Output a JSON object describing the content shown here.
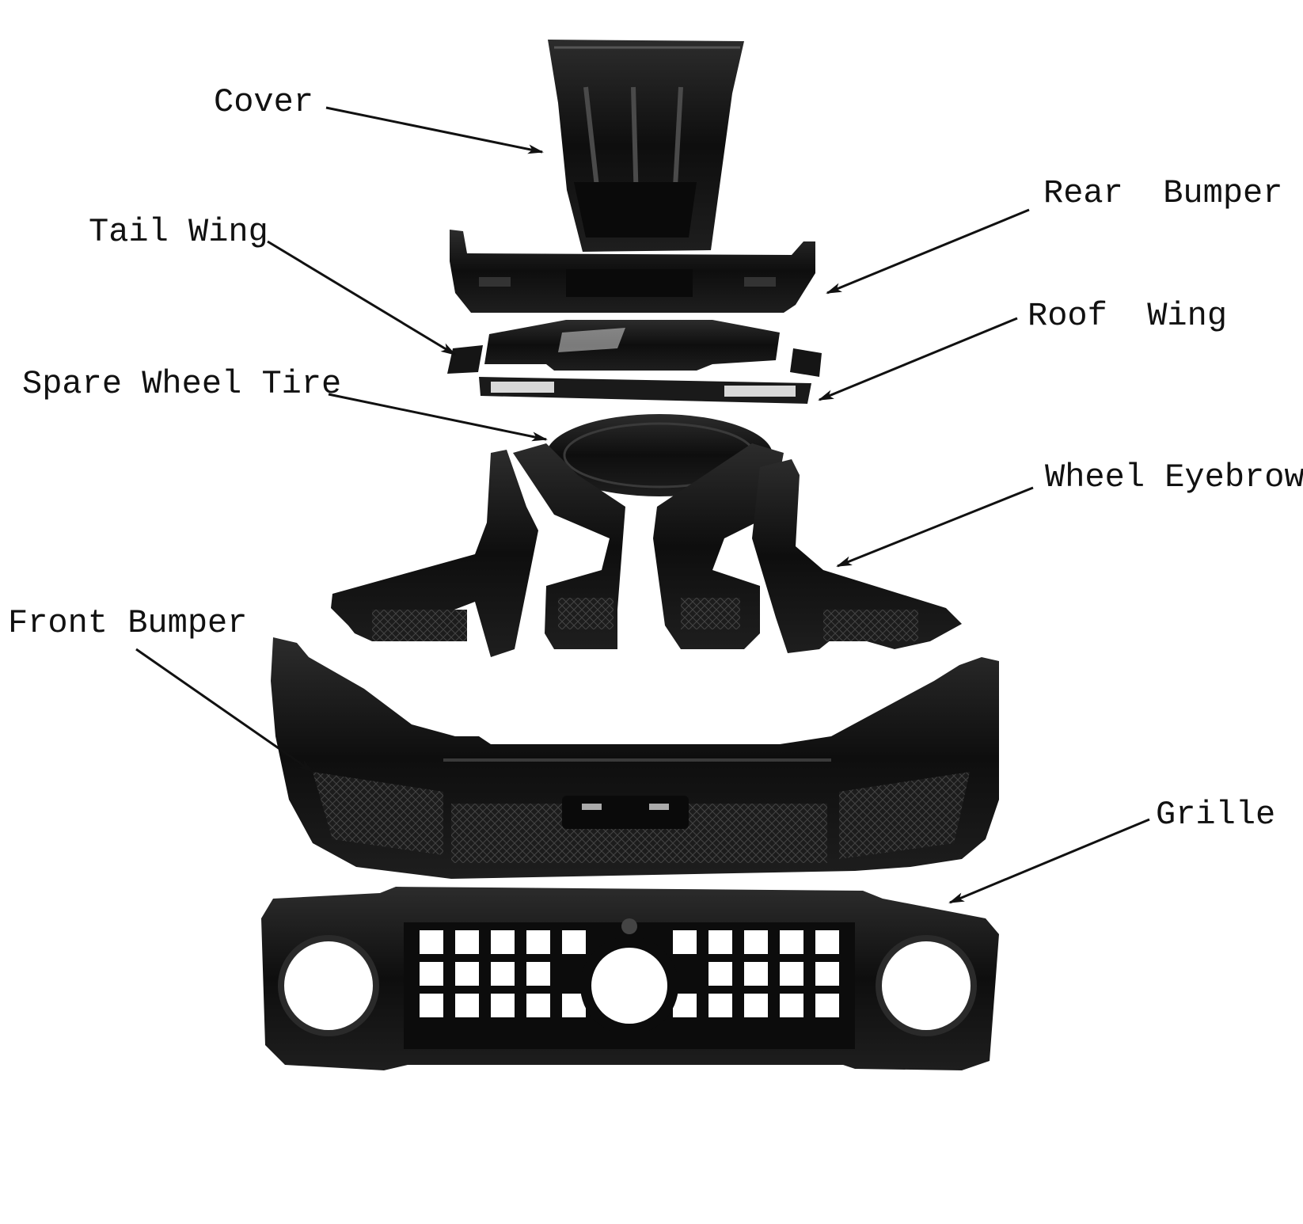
{
  "colors": {
    "background": "#ffffff",
    "part_fill": "#141414",
    "part_highlight": "#3a3a3a",
    "carbon_mesh": "#2a2a2a",
    "arrow": "#111111",
    "label_text": "#111111"
  },
  "labels": {
    "cover": "Cover",
    "rear_bumper": "Rear  Bumper",
    "tail_wing": "Tail Wing",
    "roof_wing": "Roof  Wing",
    "spare_wheel_tire": "Spare Wheel Tire",
    "wheel_eyebrow": "Wheel Eyebrow",
    "front_bumper": "Front Bumper",
    "grille": "Grille"
  }
}
